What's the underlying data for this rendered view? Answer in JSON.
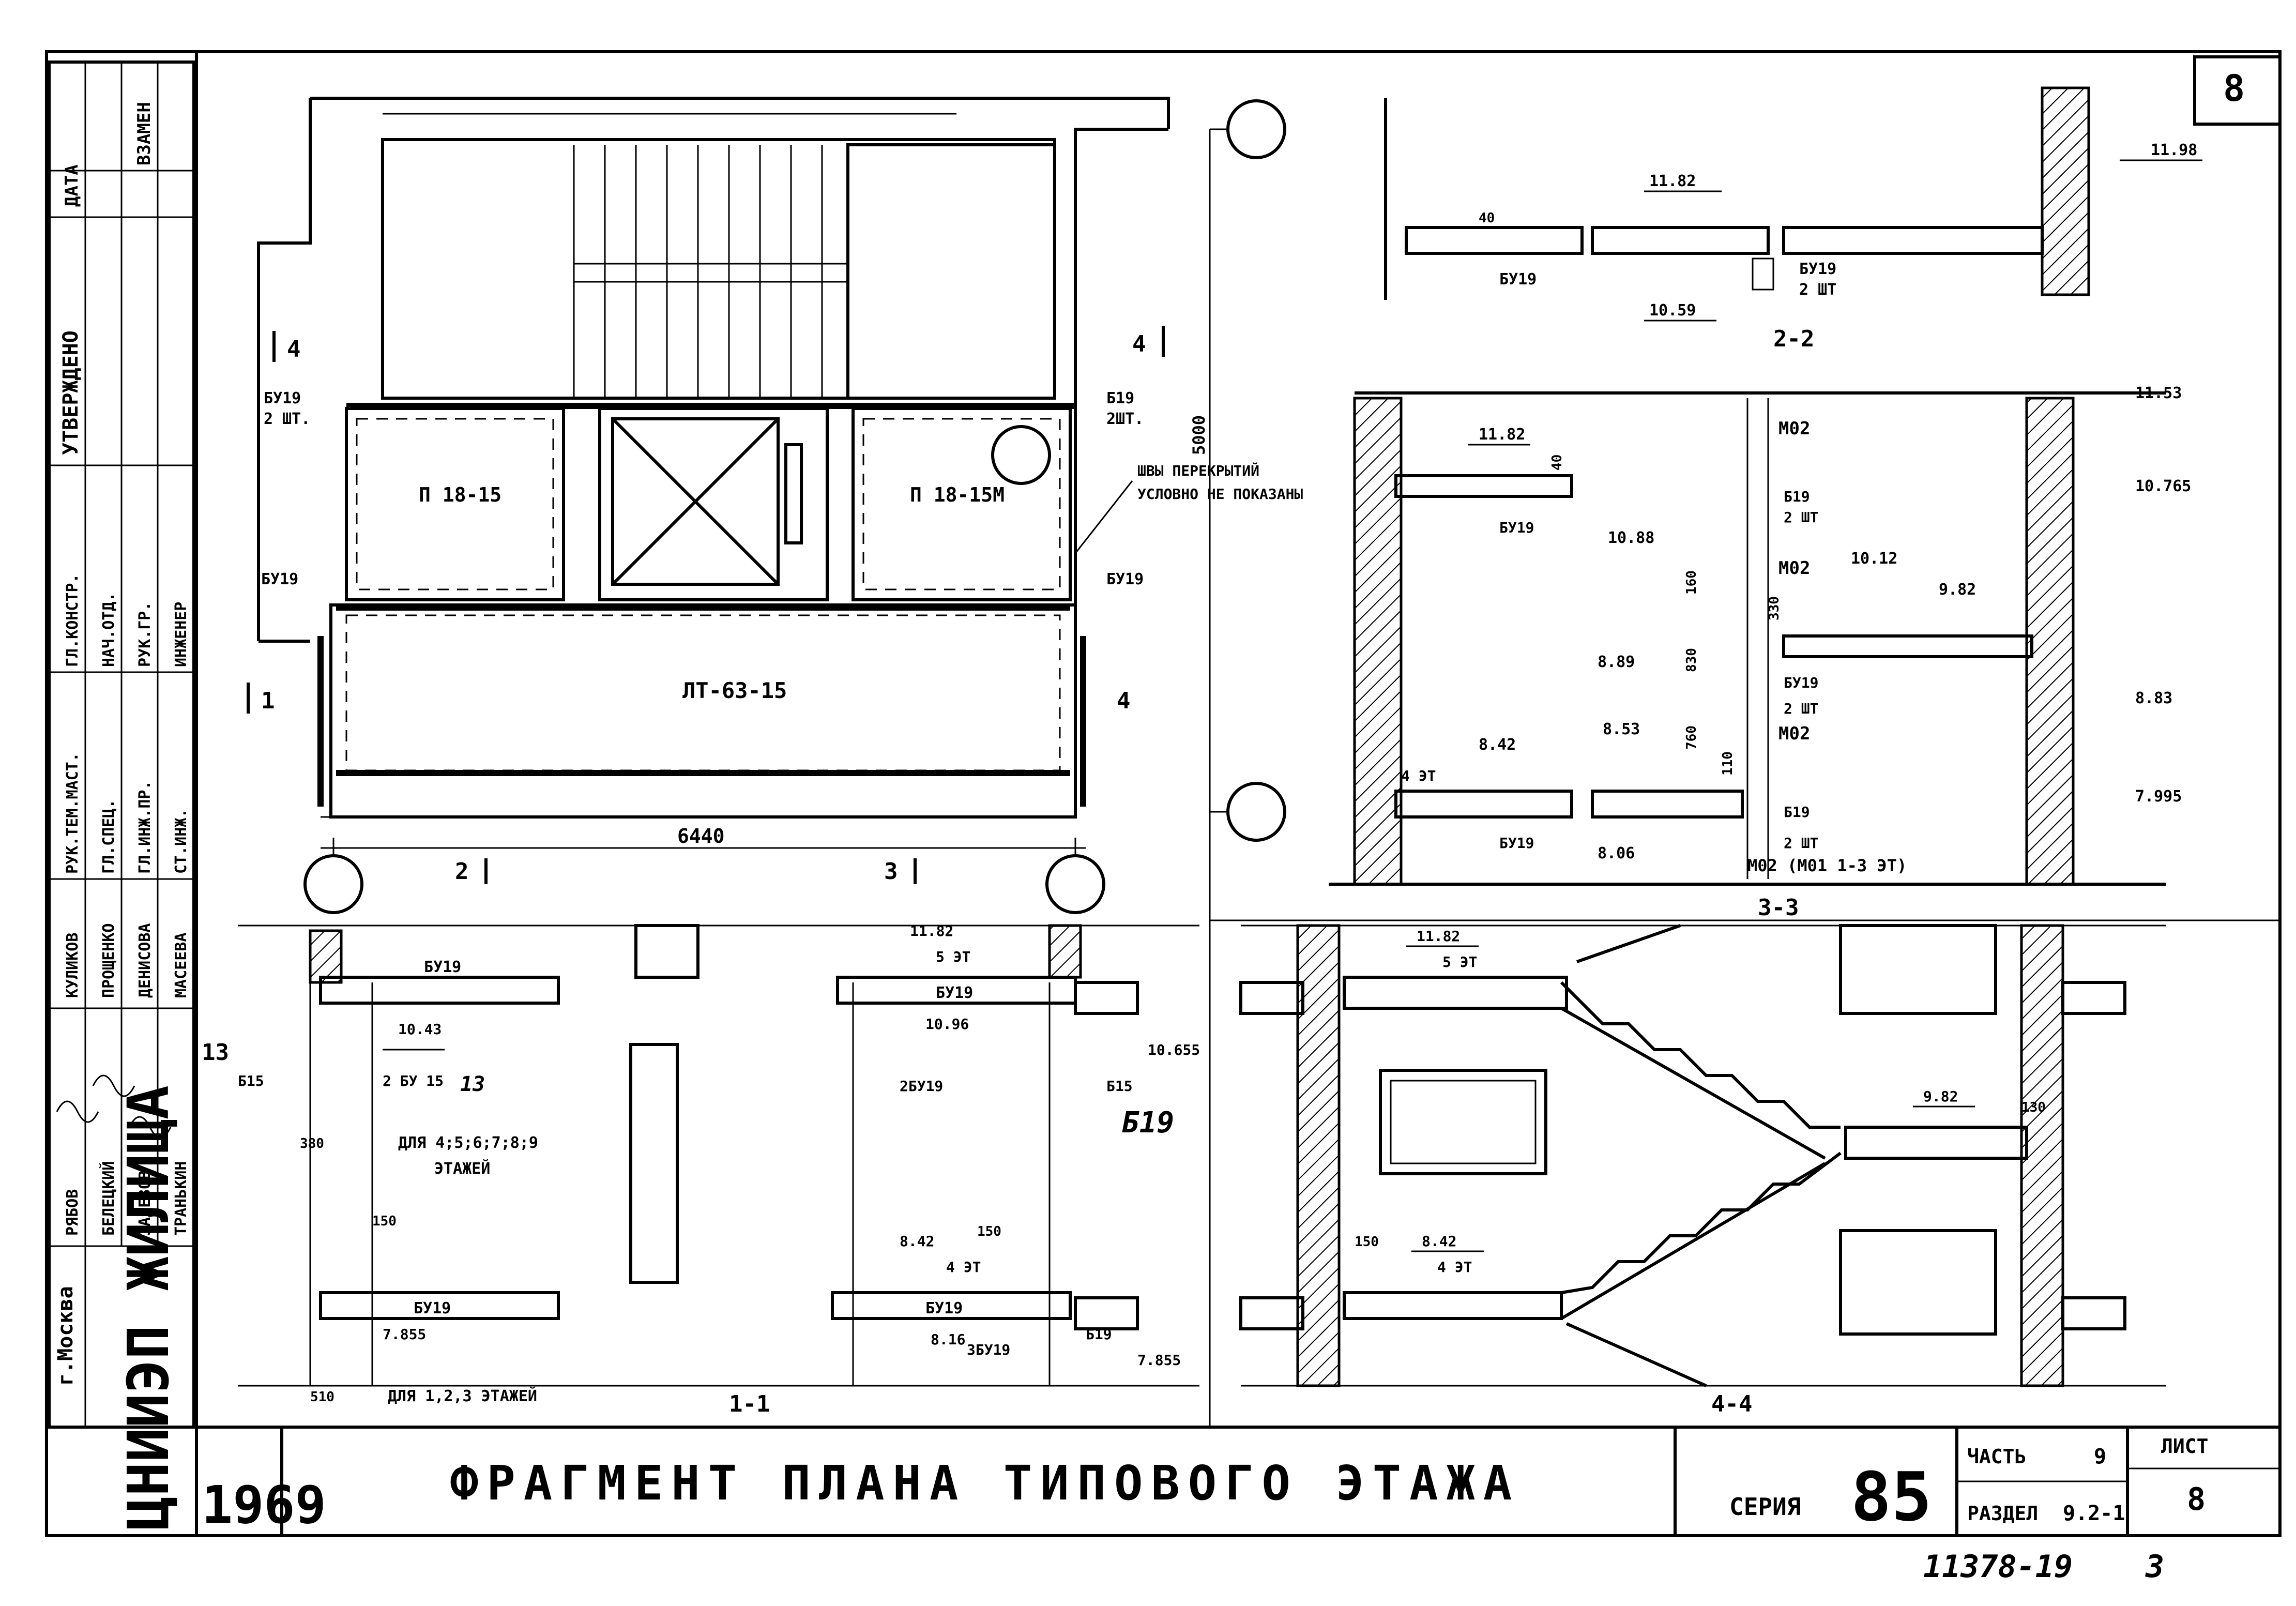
{
  "sheet": {
    "number_corner": "8",
    "handwritten_number": "11378-19",
    "handwritten_mark": "3"
  },
  "title_block": {
    "year": "1969",
    "title": "ФРАГМЕНТ ПЛАНА ТИПОВОГО ЭТАЖА",
    "series_label": "СЕРИЯ",
    "series_value": "85",
    "part_label": "ЧАСТЬ",
    "part_value": "9",
    "section_label": "РАЗДЕЛ",
    "section_value": "9.2-1",
    "sheet_label": "ЛИСТ",
    "sheet_value": "8",
    "org": "ЦНИИЭП ЖИЛИЩА",
    "city": "г.Москва"
  },
  "left_stamp": {
    "columns": [
      "РУК.ТЕМ.МАСТ.",
      "ГЛ.КОНСТР.",
      "ГЛ.СПЕЦ.",
      "НАЧ.ОТД.",
      "ГЛ.ИНЖ.ПР.",
      "РУК.ГР.",
      "СТ.ИНЖ.",
      "ИНЖЕНЕР"
    ],
    "names": [
      "РЯБОВ",
      "БЕЛЕЦКИЙ",
      "ЗАДЕЗОВ",
      "ТРАНЬКИН",
      "КУЛИКОВ",
      "ПРОЩЕНКО",
      "ДЕНИСОВА",
      "МАСЕЕВА"
    ],
    "approved": "УТВЕРЖДЕНО",
    "date_label": "ДАТА",
    "replacement": "ВЗАМЕН",
    "ref": "13"
  },
  "plan": {
    "slab_left": "П 18-15",
    "slab_right": "П 18-15М",
    "slab_main": "ЛТ-63-15",
    "note_line1": "ШВЫ ПЕРЕКРЫТИЙ",
    "note_line2": "УСЛОВНО НЕ ПОКАЗАНЫ",
    "dim_width": "6440",
    "dim_height": "5000",
    "beam_tl": "БУ19",
    "beam_tl_qty": "2 ШТ.",
    "beam_ml": "БУ19",
    "beam_tr": "Б19",
    "beam_tr_qty": "2ШТ.",
    "beam_mr": "БУ19",
    "cut_4": "4",
    "cut_1": "1",
    "cut_2": "2",
    "cut_3": "3"
  },
  "section_22": {
    "label": "2-2",
    "elev_top": "11.98",
    "elev_mid": "11.82",
    "elev_low": "10.59",
    "dim_40": "40",
    "beam_left": "БУ19",
    "beam_right": "БУ19",
    "beam_right_qty": "2 ШТ"
  },
  "section_33": {
    "label": "3-3",
    "e1": "11.53",
    "e2": "11.82",
    "e3": "10.765",
    "e4": "10.88",
    "e5": "10.12",
    "e6": "9.82",
    "e7": "8.89",
    "e8": "8.83",
    "e9": "8.53",
    "e10": "8.42",
    "e11": "7.995",
    "e12": "8.06",
    "d1": "160",
    "d2": "830",
    "d3": "760",
    "d4": "110",
    "d5": "330",
    "d6": "40",
    "m1": "М02",
    "m2": "М02",
    "m3": "М02",
    "m4": "М02 (М01 1-3 ЭТ)",
    "b1": "Б19",
    "b1q": "2 ШТ",
    "b2": "БУ19",
    "b2q": "2 ШТ",
    "b3": "Б19",
    "b3q": "2 ШТ",
    "bu_a": "БУ19",
    "bu_b": "БУ19",
    "floor4": "4 ЭТ"
  },
  "section_11": {
    "label": "1-1",
    "e1": "11.82",
    "e1n": "5 ЭТ",
    "e2": "10.43",
    "e3": "10.96",
    "e4": "10.655",
    "e5": "8.42",
    "e5n": "4 ЭТ",
    "e6": "8.16",
    "e7": "7.855",
    "e8": "7.855",
    "b1": "БУ19",
    "b2": "БУ19",
    "b3": "БУ19",
    "b4": "БУ19",
    "b5": "2 БУ 15",
    "b6": "2БУ19",
    "b7": "Б15",
    "b8": "Б15",
    "b9": "3БУ19",
    "b10": "Б19",
    "hand1": "Б19",
    "hand2": "13",
    "d380": "380",
    "d150a": "150",
    "d150b": "150",
    "d510": "510",
    "note_a1": "ДЛЯ 4;5;6;7;8;9",
    "note_a2": "ЭТАЖЕЙ",
    "note_b": "ДЛЯ 1,2,3 ЭТАЖЕЙ"
  },
  "section_44": {
    "label": "4-4",
    "e1": "11.82",
    "e1n": "5 ЭТ",
    "e2": "9.82",
    "e3": "8.42",
    "e3n": "4 ЭТ",
    "d150": "150",
    "d130": "130"
  }
}
